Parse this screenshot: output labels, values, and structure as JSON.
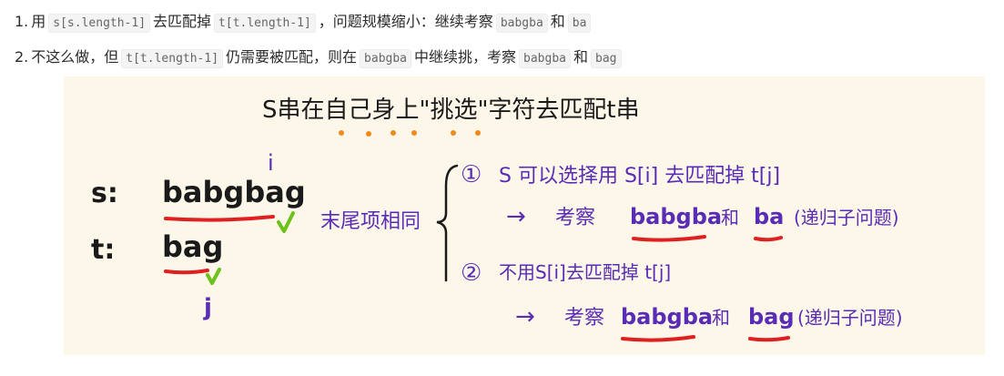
{
  "list": [
    {
      "num": "1.",
      "t1": "用",
      "c1": "s[s.length-1]",
      "t2": "去匹配掉",
      "c2": "t[t.length-1]",
      "t3": "，问题规模缩小：继续考察",
      "c3": "babgba",
      "t4": "和",
      "c4": "ba"
    },
    {
      "num": "2.",
      "t1": "不这么做，但",
      "c1": "t[t.length-1]",
      "t2": "仍需要被匹配，则在",
      "c2": "babgba",
      "t3": "中继续挑，考察",
      "c3": "babgba",
      "t4": "和",
      "c4": "bag"
    }
  ],
  "figure": {
    "title": "S串在自己身上\"挑选\"字符去匹配t串",
    "s_label": "s:",
    "s_string": "babgbag",
    "i_mark": "i",
    "t_label": "t:",
    "t_string": "bag",
    "j_mark": "j",
    "same_tail": "末尾项相同",
    "opt1_num": "①",
    "opt1_text": "S 可以选择用 S[i] 去匹配掉 t[j]",
    "opt1_arrow": "→",
    "opt1_consider": "考察",
    "opt1_s": "babgba",
    "opt1_and": "和",
    "opt1_t": "ba",
    "opt1_sub": "(递归子问题)",
    "opt2_num": "②",
    "opt2_text": "不用S[i]去匹配掉 t[j]",
    "opt2_arrow": "→",
    "opt2_consider": "考察",
    "opt2_s": "babgba",
    "opt2_and": "和",
    "opt2_t": "bag",
    "opt2_sub": "(递归子问题)",
    "colors": {
      "ink": "#1a1a1a",
      "purple": "#5a2bb5",
      "red": "#e02020",
      "green": "#6cc21a",
      "orange": "#f08a1a",
      "background": "#fcf7e8"
    }
  }
}
